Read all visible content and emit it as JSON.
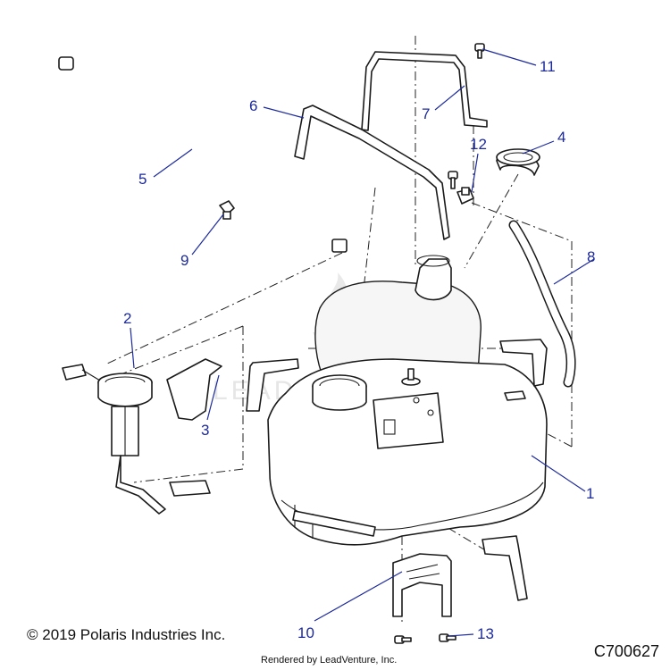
{
  "watermark": "LEADVENTURE",
  "callouts": [
    "1",
    "2",
    "3",
    "4",
    "5",
    "6",
    "7",
    "8",
    "9",
    "10",
    "11",
    "12",
    "13"
  ],
  "footer": {
    "copyright": "© 2019 Polaris Industries Inc.",
    "rendered_by": "Rendered by LeadVenture, Inc.",
    "diagram_code": "C700627"
  },
  "colors": {
    "callout": "#1c2a9c",
    "line": "#1a1a1a",
    "watermark": "#e6e6e6"
  }
}
